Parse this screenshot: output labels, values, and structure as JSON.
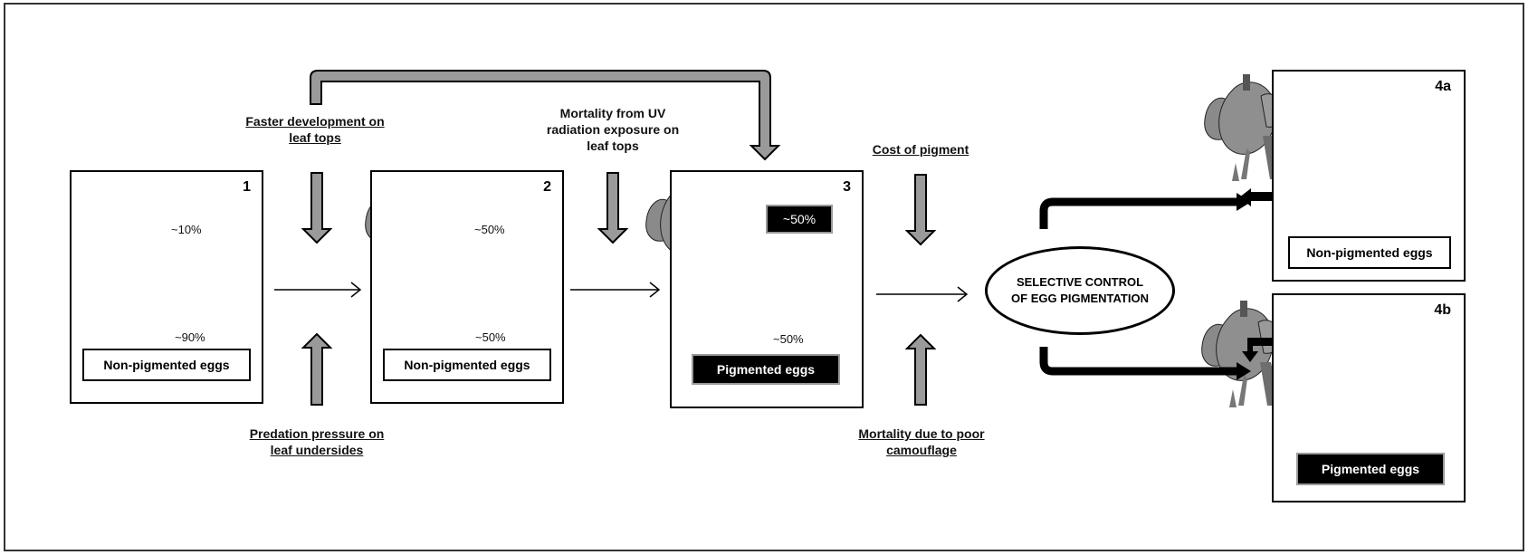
{
  "panels": [
    {
      "num": "1",
      "label": "Non-pigmented eggs",
      "pct_top": "~10%",
      "pct_bottom": "~90%"
    },
    {
      "num": "2",
      "label": "Non-pigmented eggs",
      "pct_top": "~50%",
      "pct_bottom": "~50%"
    },
    {
      "num": "3",
      "label": "Pigmented eggs",
      "pct_top": "~50%",
      "pct_bottom": "~50%"
    },
    {
      "num": "4a",
      "label": "Non-pigmented eggs"
    },
    {
      "num": "4b",
      "label": "Pigmented eggs"
    }
  ],
  "factors": {
    "faster_development": "Faster development on leaf tops",
    "predation_pressure": "Predation pressure on leaf undersides",
    "uv_mortality": "Mortality from UV radiation exposure on leaf tops",
    "cost_of_pigment": "Cost of pigment",
    "poor_camouflage": "Mortality due to poor camouflage"
  },
  "selective_control": "SELECTIVE CONTROL OF EGG PIGMENTATION",
  "colors": {
    "arrow_fill": "#9a9a9a",
    "outline": "#000000",
    "leaf": "#8f8f8f",
    "bug": "#7a7a7a"
  }
}
